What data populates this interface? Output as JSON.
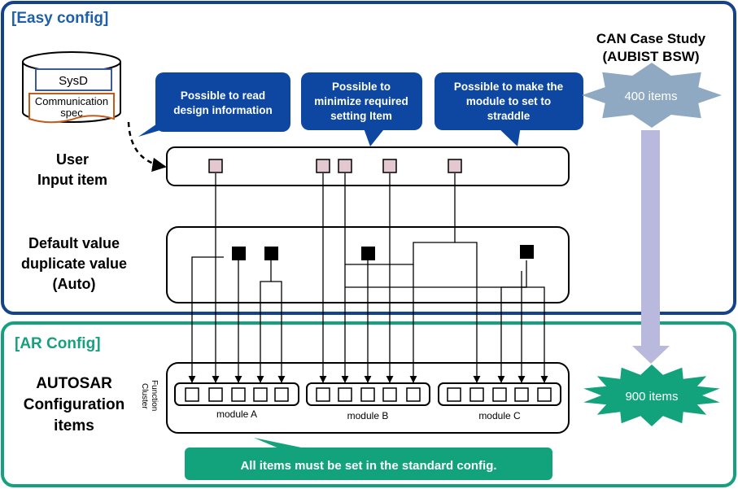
{
  "colors": {
    "easy_border": "#15428b",
    "easy_title": "#1f5fa8",
    "ar_border": "#17a07f",
    "ar_title": "#17a07f",
    "callout_fill": "#0d47a1",
    "input_item_fill": "#e3c9cf",
    "auto_item_fill": "#000000",
    "star_400_fill": "#8fa9c2",
    "star_900_fill": "#12a37d",
    "arrow_fill": "#b8b9dd",
    "note_fill": "#12a37d",
    "sysd_border": "#3b5a9a",
    "comm_border": "#c25a1a"
  },
  "easy_config": {
    "title": "[Easy config]"
  },
  "ar_config": {
    "title": "[AR Config]"
  },
  "database": {
    "sysd_label": "SysD",
    "comm_label_line1": "Communication",
    "comm_label_line2": "spec"
  },
  "callouts": [
    {
      "lines": [
        "Possible to read",
        "design information"
      ]
    },
    {
      "lines": [
        "Possible to",
        "minimize required",
        "setting Item"
      ]
    },
    {
      "lines": [
        "Possible to make the",
        "module to set to",
        "straddle"
      ]
    }
  ],
  "rows": {
    "user_input": [
      "User",
      "Input item"
    ],
    "default_value": [
      "Default value",
      "duplicate value",
      "(Auto)"
    ],
    "autosar": [
      "AUTOSAR",
      "Configuration",
      "items"
    ]
  },
  "function_cluster": [
    "Function",
    "Cluster"
  ],
  "modules": [
    {
      "label": "module A"
    },
    {
      "label": "module B"
    },
    {
      "label": "module C"
    }
  ],
  "case_study": {
    "title_line1": "CAN Case Study",
    "title_line2": "(AUBIST BSW)",
    "before_items": "400 items",
    "after_items": "900 items"
  },
  "footer_note": "All items must be set in the standard config."
}
